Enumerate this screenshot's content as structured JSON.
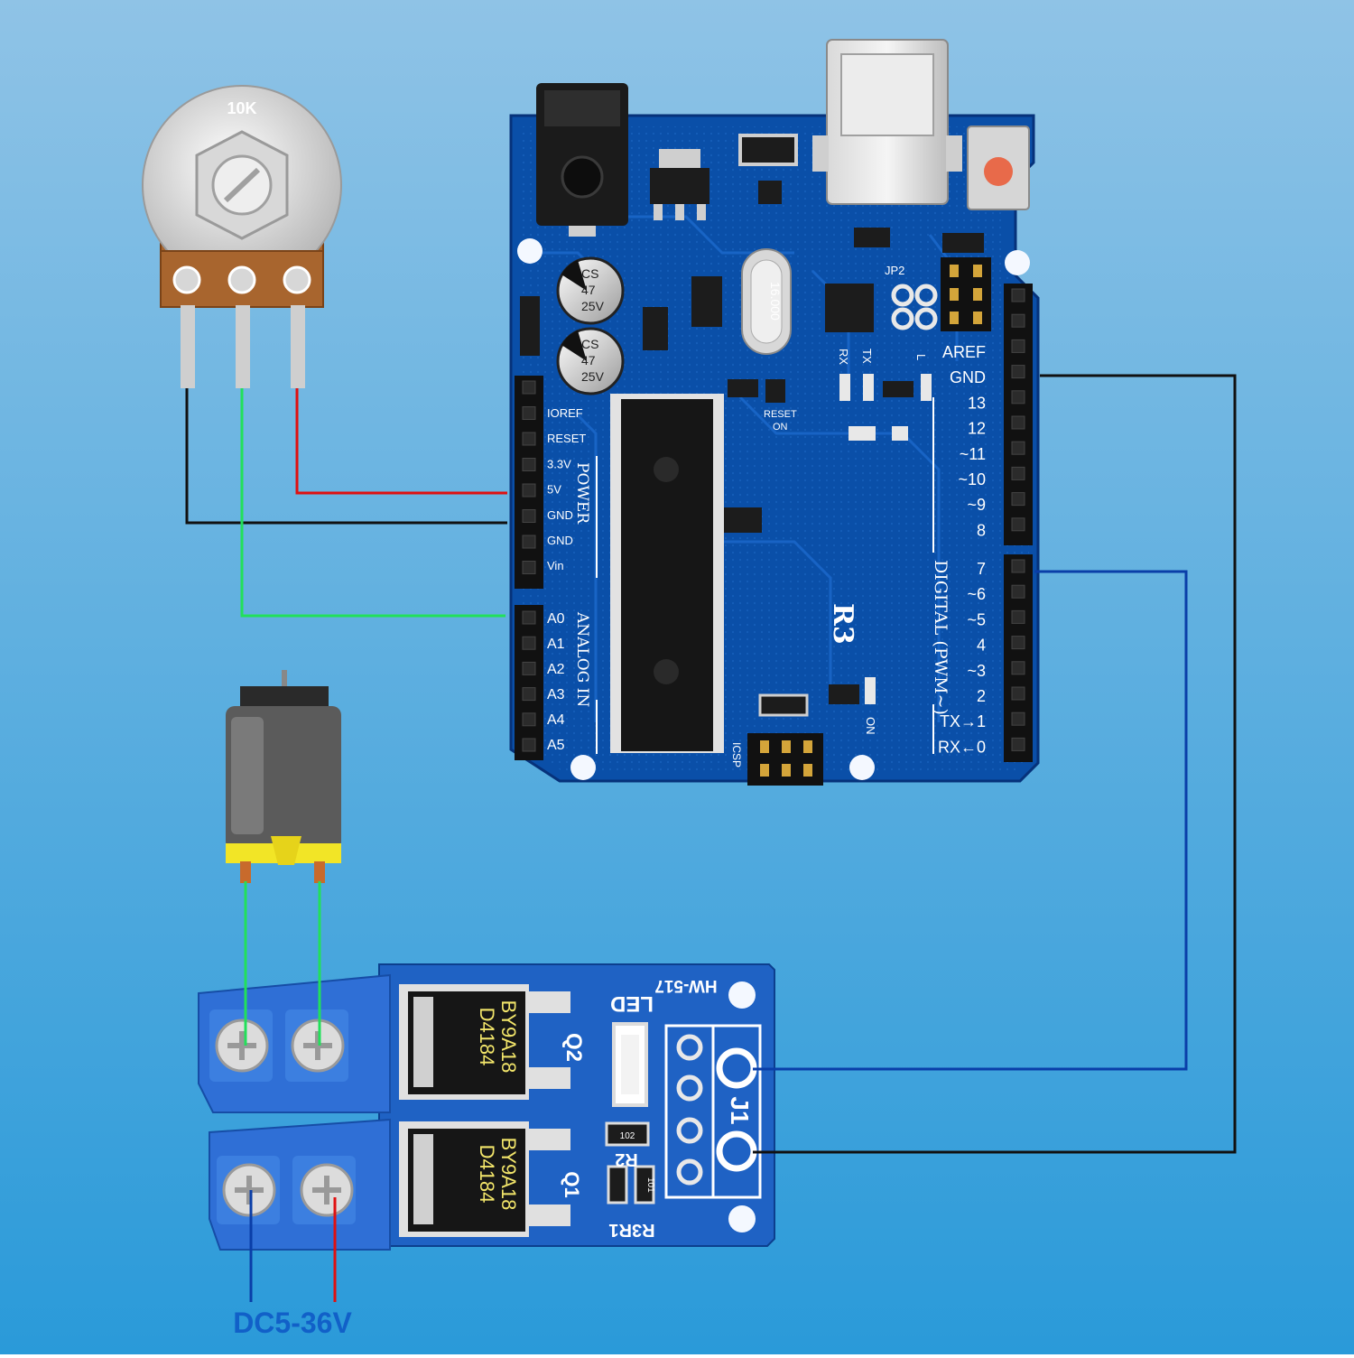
{
  "potentiometer": {
    "value_label": "10K"
  },
  "arduino": {
    "board_label": "R3",
    "power_header": {
      "title": "POWER",
      "pins": [
        "IOREF",
        "RESET",
        "3.3V",
        "5V",
        "GND",
        "GND",
        "Vin"
      ]
    },
    "analog_header": {
      "title": "ANALOG IN",
      "pins": [
        "A0",
        "A1",
        "A2",
        "A3",
        "A4",
        "A5"
      ]
    },
    "digital_top_pins": [
      "AREF",
      "GND",
      "13",
      "12",
      "~11",
      "~10",
      "~9",
      "8"
    ],
    "digital_bottom_pins": [
      "7",
      "~6",
      "~5",
      "4",
      "~3",
      "2",
      "TX→1",
      "RX←0"
    ],
    "digital_title": "DIGITAL (PWM~)",
    "capacitor_1": [
      "CS",
      "47",
      "25V"
    ],
    "capacitor_2": [
      "CS",
      "47",
      "25V"
    ],
    "crystal_label": "16.000",
    "rx_label": "RX",
    "tx_label": "TX",
    "l_label": "L",
    "jp2_label": "JP2",
    "reset_on_label": [
      "RESET",
      "ON"
    ],
    "on_label": "ON",
    "icsp_label": "ICSP"
  },
  "mosfet_module": {
    "model": "HW-517",
    "led_label": "LED",
    "q1_label": "Q1",
    "q2_label": "Q2",
    "chip_label": [
      "D4184",
      "BY9A18"
    ],
    "j1_label": "J1",
    "r2_label": "R2",
    "r3r1_label": "R3R1",
    "resistor_code_1": "102",
    "resistor_code_2": "101"
  },
  "supply_label": "DC5-36V",
  "colors": {
    "background_top": "#8fc3e6",
    "background_bottom": "#2a9ad9",
    "pcb_blue": "#0a4fa8",
    "module_blue": "#1f62c4",
    "terminal_blue": "#2f6fd6",
    "wire_red": "#e01010",
    "wire_black": "#111111",
    "wire_green": "#22e05a",
    "wire_blue": "#0a3ea8",
    "supply_text": "#1160c8"
  }
}
